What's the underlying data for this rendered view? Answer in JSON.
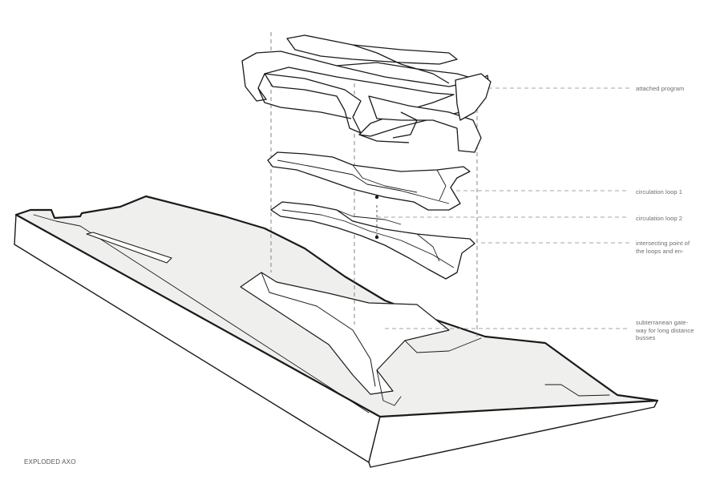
{
  "annotations": {
    "attached_program": "attached program",
    "circulation_loop_1": "circulation loop 1",
    "circulation_loop_2": "circulation loop 2",
    "intersecting_point": "intersecting point of\nthe loops and en-",
    "subterranean_gateway": "subterranean gate-\nway for long distance\nbusses"
  },
  "caption": "EXPLODED AXO",
  "colors": {
    "background": "#ffffff",
    "line": "#1a1a1a",
    "surface_fill": "#efefed",
    "dashed_guide": "#777777",
    "label_text": "#6b6b6b"
  }
}
